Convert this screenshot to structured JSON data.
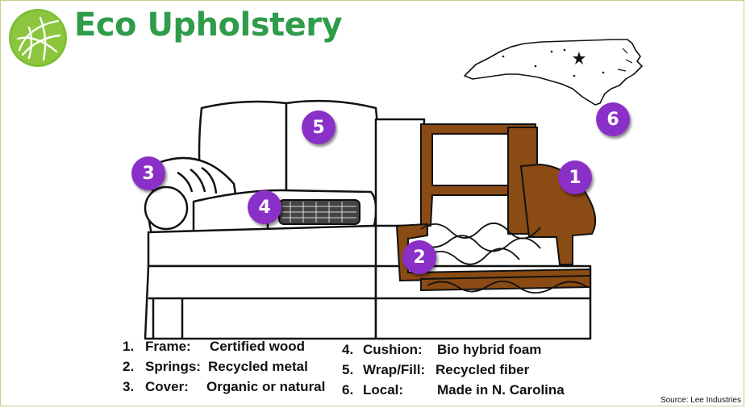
{
  "header": {
    "title": "Eco Upholstery"
  },
  "icons": {
    "logo": "leaf-globe-icon",
    "map": "north-carolina-map-icon",
    "star": "star-icon"
  },
  "colors": {
    "title_green": "#2e9c49",
    "badge_purple": "#8b2fc9",
    "wood_brown": "#8a4b14",
    "border": "#c7cc8f"
  },
  "badges": [
    {
      "label": "1"
    },
    {
      "label": "2"
    },
    {
      "label": "3"
    },
    {
      "label": "4"
    },
    {
      "label": "5"
    },
    {
      "label": "6"
    }
  ],
  "legend_left": [
    {
      "number": "1.",
      "name": "Frame:",
      "value": "Certified wood"
    },
    {
      "number": "2.",
      "name": "Springs:",
      "value": "Recycled metal"
    },
    {
      "number": "3.",
      "name": "Cover:",
      "value": "Organic or natural"
    }
  ],
  "legend_right": [
    {
      "number": "4.",
      "name": "Cushion:",
      "value": "Bio hybrid foam"
    },
    {
      "number": "5.",
      "name": "Wrap/Fill:",
      "value": "Recycled fiber"
    },
    {
      "number": "6.",
      "name": "Local:",
      "value": "Made in N. Carolina"
    }
  ],
  "footer": {
    "source": "Source: Lee Industries"
  }
}
